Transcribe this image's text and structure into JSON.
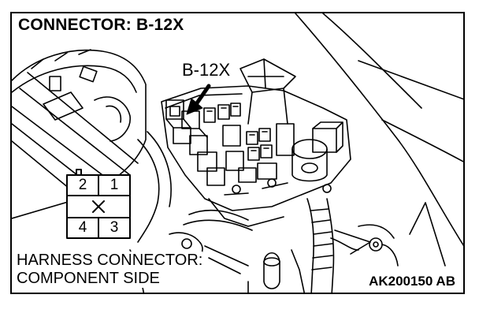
{
  "title": "CONNECTOR: B-12X",
  "callout_label": "B-12X",
  "caption": {
    "line1": "HARNESS CONNECTOR:",
    "line2": "COMPONENT SIDE"
  },
  "figure_code": "AK200150 AB",
  "connector_pins": {
    "top_left": "2",
    "top_right": "1",
    "bottom_left": "4",
    "bottom_right": "3",
    "center_mark": "X"
  }
}
